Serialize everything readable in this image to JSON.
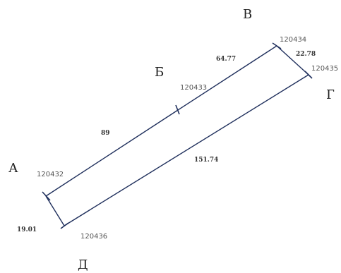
{
  "corner_labels": {
    "A": "А",
    "B": "Б",
    "V": "В",
    "G": "Г",
    "D": "Д"
  },
  "point_ids": {
    "p120432": "120432",
    "p120433": "120433",
    "p120434": "120434",
    "p120435": "120435",
    "p120436": "120436"
  },
  "lengths": {
    "a_b": "89",
    "b_v": "64.77",
    "v_g": "22.78",
    "g_d": "151.74",
    "d_a": "19.01"
  },
  "colors": {
    "line": "#1f2f5c",
    "text": "#222222"
  }
}
